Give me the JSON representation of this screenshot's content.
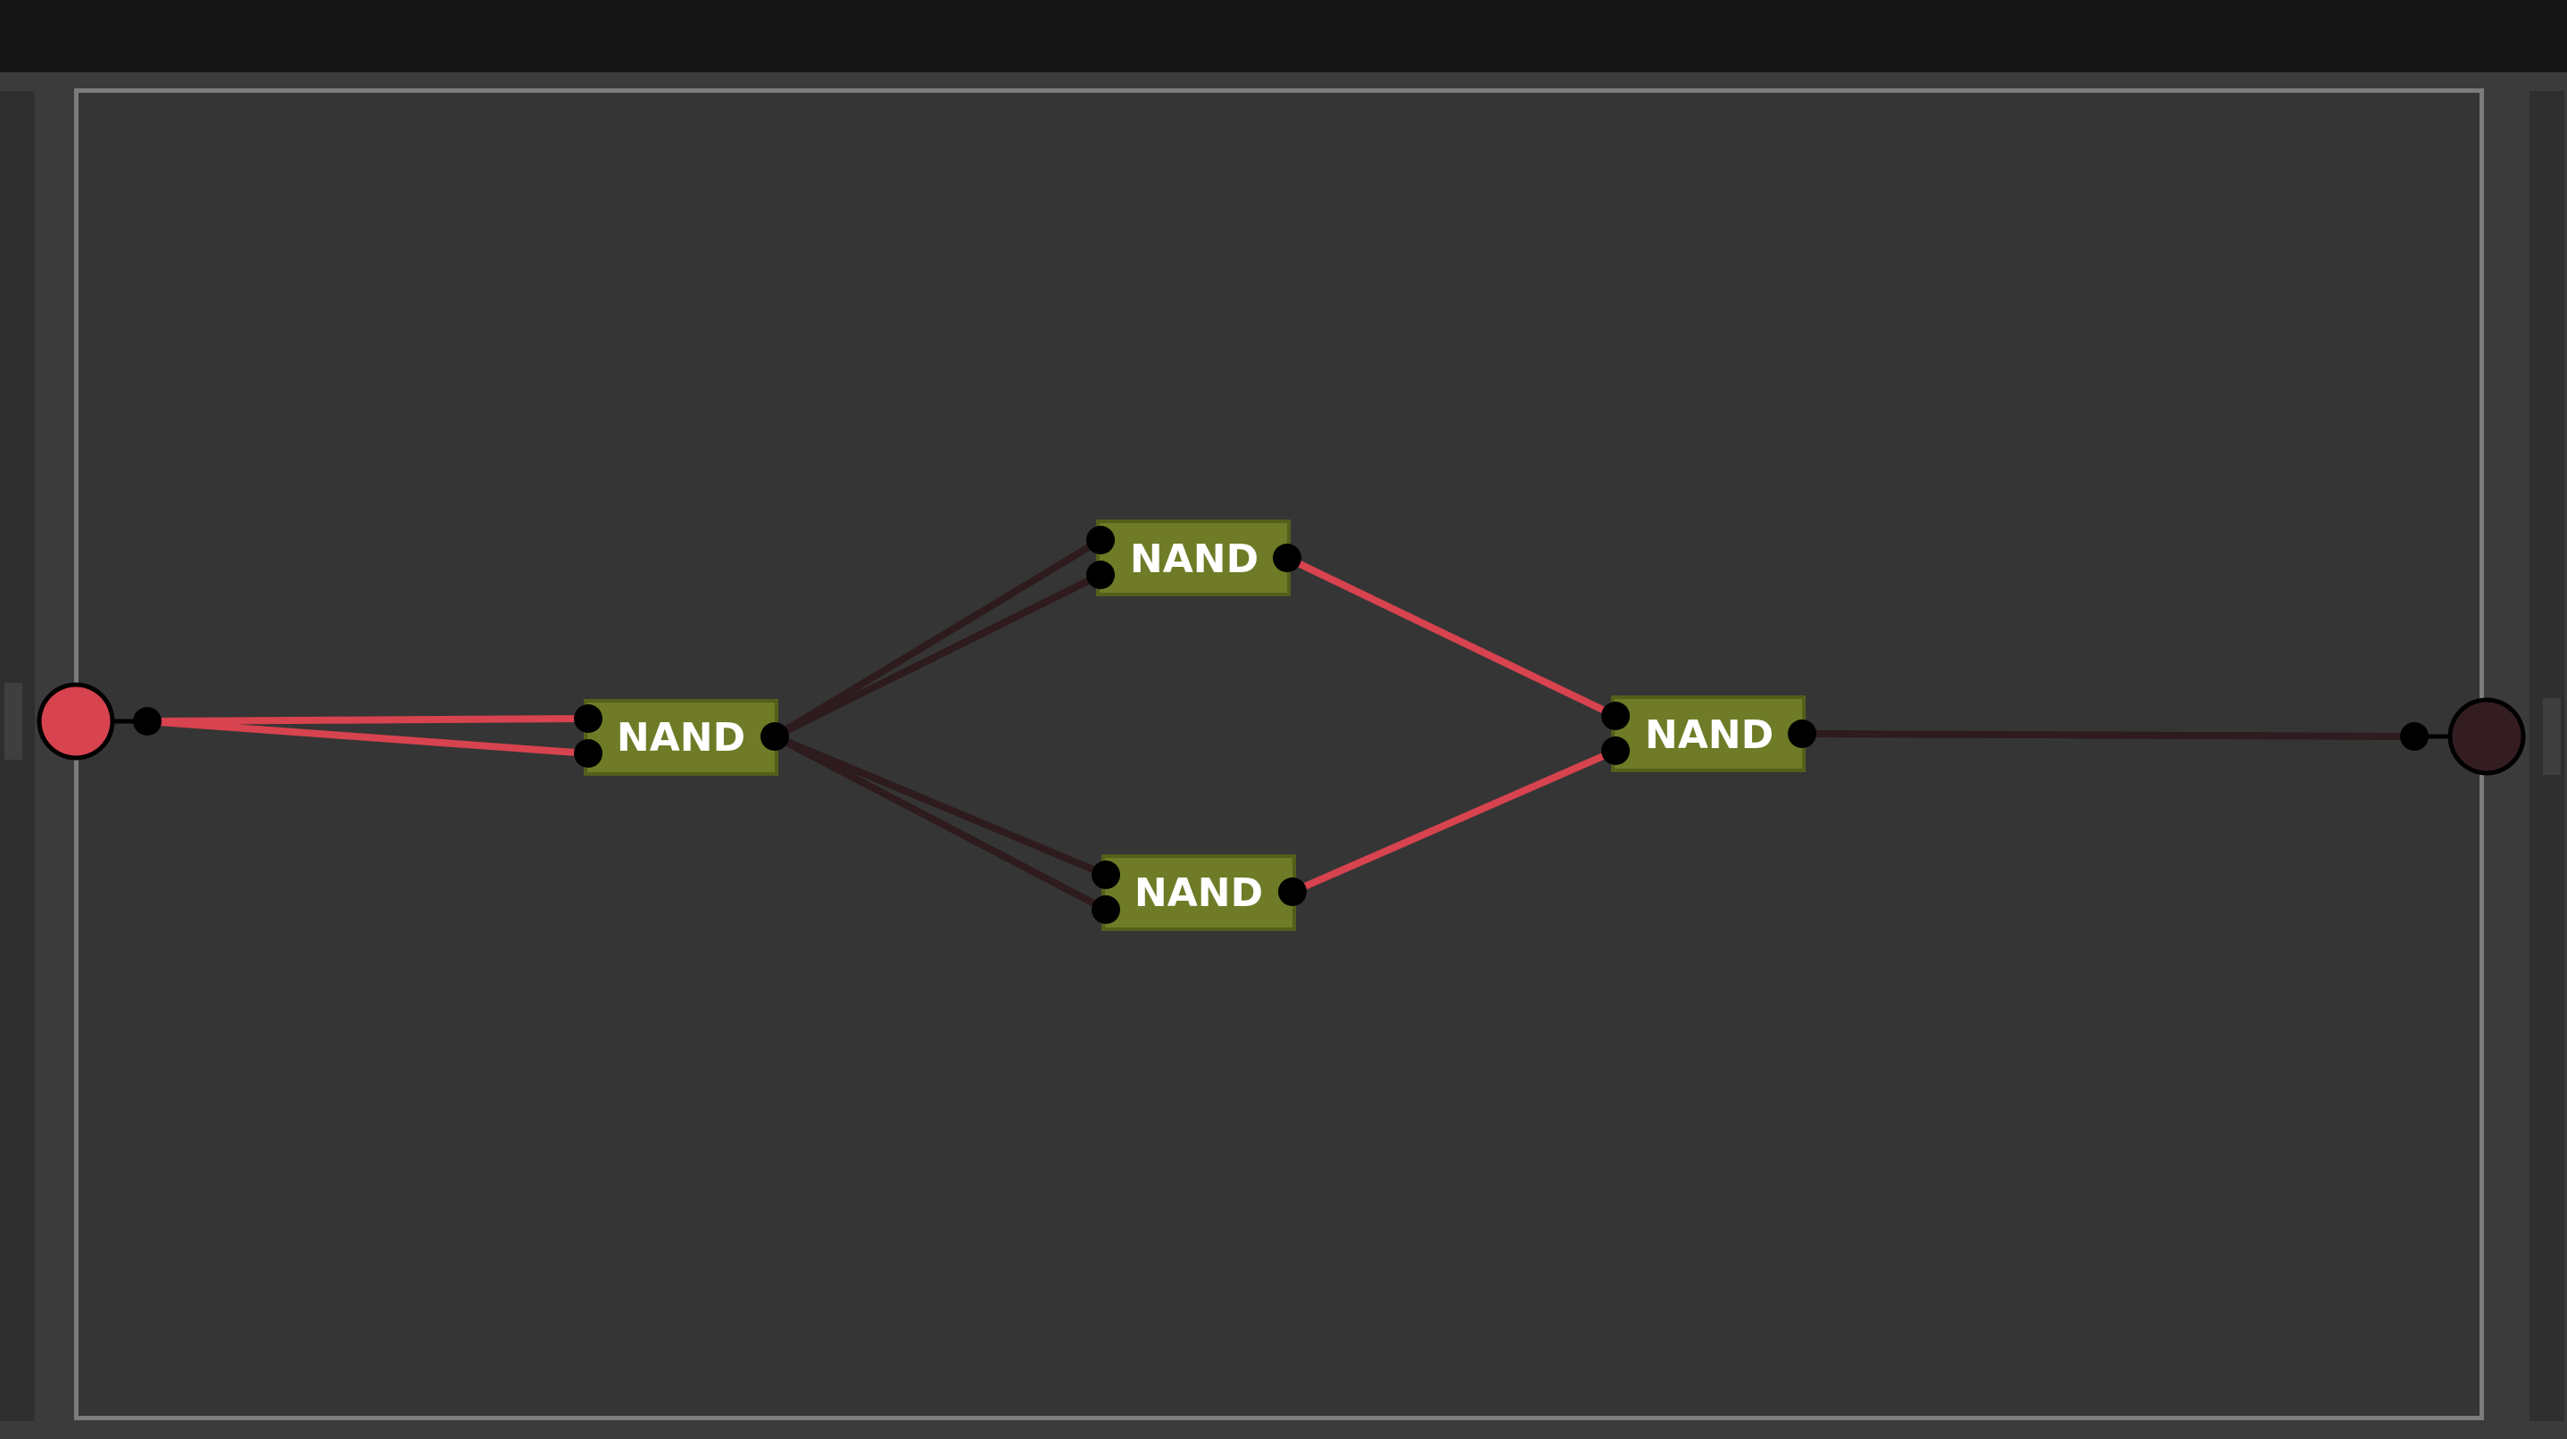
{
  "colors": {
    "wire_on": "#d7434e",
    "wire_off": "#2e1b1d",
    "gate_fill": "#6f7b26",
    "gate_border": "#52601a",
    "pin": "#000000",
    "input_on": "#d7434e",
    "output_off": "#341d20"
  },
  "gates": [
    {
      "id": "g1",
      "label": "NAND"
    },
    {
      "id": "g2",
      "label": "NAND"
    },
    {
      "id": "g3",
      "label": "NAND"
    },
    {
      "id": "g4",
      "label": "NAND"
    }
  ],
  "input": {
    "id": "in1",
    "state": "on"
  },
  "output": {
    "id": "out1",
    "state": "off"
  },
  "wires": [
    {
      "from": "in1.out",
      "to": "g1.in0",
      "state": "on"
    },
    {
      "from": "in1.out",
      "to": "g1.in1",
      "state": "on"
    },
    {
      "from": "g1.out",
      "to": "g2.in0",
      "state": "off"
    },
    {
      "from": "g1.out",
      "to": "g2.in1",
      "state": "off"
    },
    {
      "from": "g1.out",
      "to": "g3.in0",
      "state": "off"
    },
    {
      "from": "g1.out",
      "to": "g3.in1",
      "state": "off"
    },
    {
      "from": "g2.out",
      "to": "g4.in0",
      "state": "on"
    },
    {
      "from": "g3.out",
      "to": "g4.in1",
      "state": "on"
    },
    {
      "from": "g4.out",
      "to": "out1.in",
      "state": "off"
    }
  ]
}
